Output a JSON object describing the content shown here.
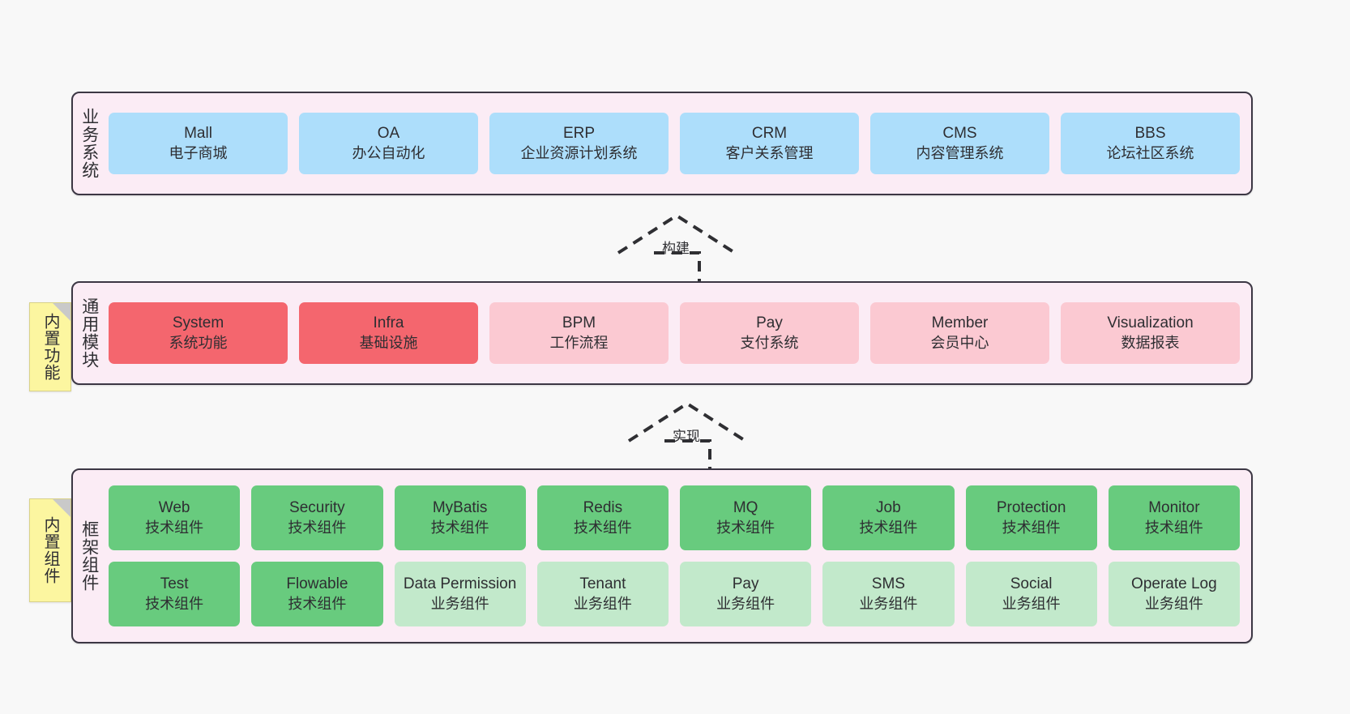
{
  "layers": [
    {
      "id": "business",
      "title": "业务系统",
      "cards": [
        {
          "en": "Mall",
          "cn": "电子商城",
          "color": "blue"
        },
        {
          "en": "OA",
          "cn": "办公自动化",
          "color": "blue"
        },
        {
          "en": "ERP",
          "cn": "企业资源计划系统",
          "color": "blue"
        },
        {
          "en": "CRM",
          "cn": "客户关系管理",
          "color": "blue"
        },
        {
          "en": "CMS",
          "cn": "内容管理系统",
          "color": "blue"
        },
        {
          "en": "BBS",
          "cn": "论坛社区系统",
          "color": "blue"
        }
      ]
    },
    {
      "id": "common",
      "title": "通用模块",
      "sticky": "内置功能",
      "cards": [
        {
          "en": "System",
          "cn": "系统功能",
          "color": "red"
        },
        {
          "en": "Infra",
          "cn": "基础设施",
          "color": "red"
        },
        {
          "en": "BPM",
          "cn": "工作流程",
          "color": "pink"
        },
        {
          "en": "Pay",
          "cn": "支付系统",
          "color": "pink"
        },
        {
          "en": "Member",
          "cn": "会员中心",
          "color": "pink"
        },
        {
          "en": "Visualization",
          "cn": "数据报表",
          "color": "pink"
        }
      ]
    },
    {
      "id": "framework",
      "title": "框架组件",
      "sticky": "内置组件",
      "rows": [
        [
          {
            "en": "Web",
            "cn": "技术组件",
            "color": "green"
          },
          {
            "en": "Security",
            "cn": "技术组件",
            "color": "green"
          },
          {
            "en": "MyBatis",
            "cn": "技术组件",
            "color": "green"
          },
          {
            "en": "Redis",
            "cn": "技术组件",
            "color": "green"
          },
          {
            "en": "MQ",
            "cn": "技术组件",
            "color": "green"
          },
          {
            "en": "Job",
            "cn": "技术组件",
            "color": "green"
          },
          {
            "en": "Protection",
            "cn": "技术组件",
            "color": "green"
          },
          {
            "en": "Monitor",
            "cn": "技术组件",
            "color": "green"
          }
        ],
        [
          {
            "en": "Test",
            "cn": "技术组件",
            "color": "green"
          },
          {
            "en": "Flowable",
            "cn": "技术组件",
            "color": "green"
          },
          {
            "en": "Data Permission",
            "cn": "业务组件",
            "color": "lgreen"
          },
          {
            "en": "Tenant",
            "cn": "业务组件",
            "color": "lgreen"
          },
          {
            "en": "Pay",
            "cn": "业务组件",
            "color": "lgreen"
          },
          {
            "en": "SMS",
            "cn": "业务组件",
            "color": "lgreen"
          },
          {
            "en": "Social",
            "cn": "业务组件",
            "color": "lgreen"
          },
          {
            "en": "Operate Log",
            "cn": "业务组件",
            "color": "lgreen"
          }
        ]
      ]
    }
  ],
  "arrows": [
    {
      "id": "build",
      "label": "构建"
    },
    {
      "id": "implement",
      "label": "实现"
    }
  ],
  "colors": {
    "panel_bg": "#fbecf5",
    "panel_border": "#3c3744",
    "blue": "#addefb",
    "red": "#f4666e",
    "pink": "#fbc9d2",
    "green": "#68cb7e",
    "light_green": "#c2e9cb",
    "sticky": "#fcf6a0",
    "canvas": "#f8f8f8"
  }
}
